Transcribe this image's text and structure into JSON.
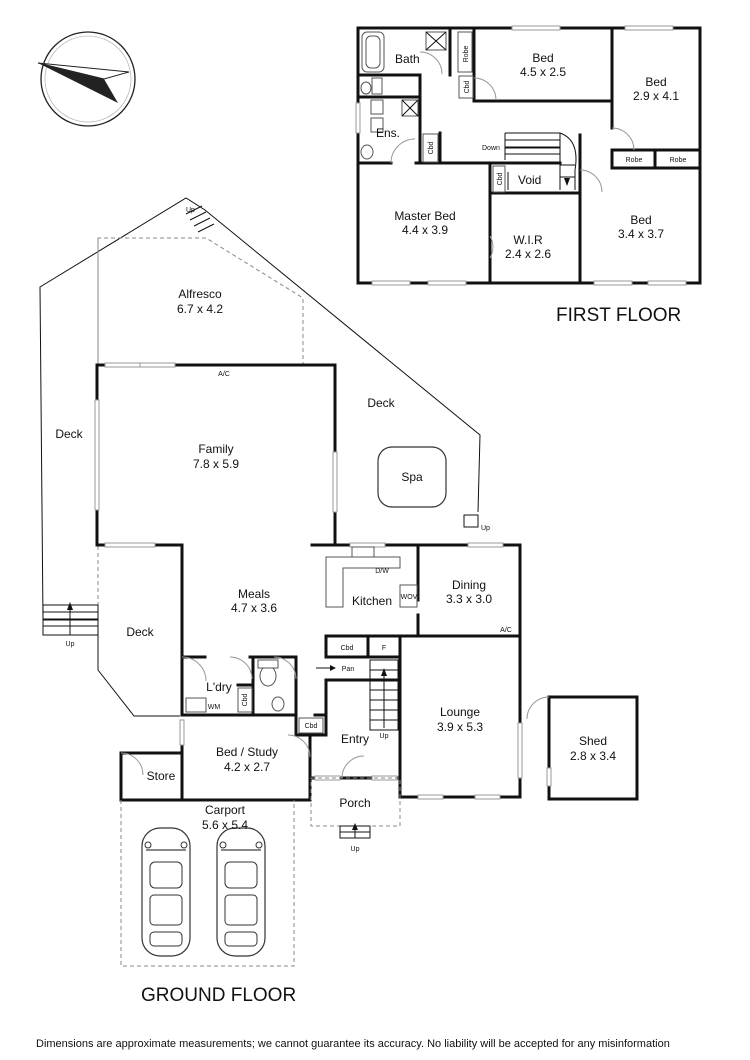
{
  "titles": {
    "first_floor": "FIRST FLOOR",
    "ground_floor": "GROUND FLOOR"
  },
  "disclaimer": "Dimensions are approximate measurements; we cannot guarantee its accuracy. No liability will be accepted for any misinformation",
  "first_floor": {
    "bath": "Bath",
    "robe_a": "Robe",
    "cbd_a": "Cbd",
    "bed1_name": "Bed",
    "bed1_size": "4.5 x 2.5",
    "bed2_name": "Bed",
    "bed2_size": "2.9 x 4.1",
    "ens": "Ens.",
    "cbd_b": "Cbd",
    "cbd_c": "Cbd",
    "down": "Down",
    "void": "Void",
    "robe_b": "Robe",
    "robe_c": "Robe",
    "master_name": "Master Bed",
    "master_size": "4.4 x 3.9",
    "wir_name": "W.I.R",
    "wir_size": "2.4 x 2.6",
    "bed3_name": "Bed",
    "bed3_size": "3.4 x 3.7"
  },
  "ground_floor": {
    "up_top": "Up",
    "alfresco_name": "Alfresco",
    "alfresco_size": "6.7 x 4.2",
    "ac_family": "A/C",
    "deck_left": "Deck",
    "deck_right": "Deck",
    "family_name": "Family",
    "family_size": "7.8 x 5.9",
    "spa": "Spa",
    "up_spa": "Up",
    "dw": "D/W",
    "meals_name": "Meals",
    "meals_size": "4.7 x 3.6",
    "kitchen": "Kitchen",
    "wov": "WOV",
    "dining_name": "Dining",
    "dining_size": "3.3 x 3.0",
    "ac_dining": "A/C",
    "deck_lower": "Deck",
    "up_left": "Up",
    "cbd_1": "Cbd",
    "f": "F",
    "pan": "Pan",
    "ldry": "L'dry",
    "wm": "WM",
    "cbd_2": "Cbd",
    "cbd_3": "Cbd",
    "lounge_name": "Lounge",
    "lounge_size": "3.9 x 5.3",
    "up_stairs": "Up",
    "entry": "Entry",
    "bed_study_name": "Bed / Study",
    "bed_study_size": "4.2 x 2.7",
    "store": "Store",
    "shed_name": "Shed",
    "shed_size": "2.8 x 3.4",
    "porch": "Porch",
    "up_porch": "Up",
    "carport_name": "Carport",
    "carport_size": "5.6 x 5.4"
  }
}
